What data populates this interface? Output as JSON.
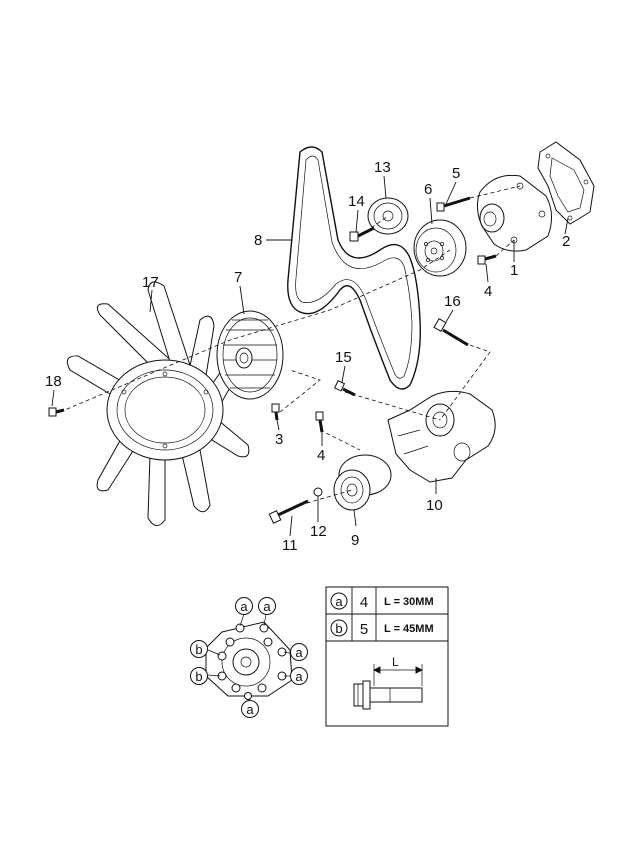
{
  "callouts": {
    "c1": "1",
    "c2": "2",
    "c3": "3",
    "c4a": "4",
    "c4b": "4",
    "c5": "5",
    "c6": "6",
    "c7": "7",
    "c8": "8",
    "c9": "9",
    "c10": "10",
    "c11": "11",
    "c12": "12",
    "c13": "13",
    "c14": "14",
    "c15": "15",
    "c16": "16",
    "c17": "17",
    "c18": "18"
  },
  "inset": {
    "bubble_a": "a",
    "bubble_b": "b"
  },
  "legend": {
    "rows": [
      {
        "key": "a",
        "part": "4",
        "length": "L = 30MM"
      },
      {
        "key": "b",
        "part": "5",
        "length": "L = 45MM"
      }
    ],
    "dim_label": "L"
  }
}
